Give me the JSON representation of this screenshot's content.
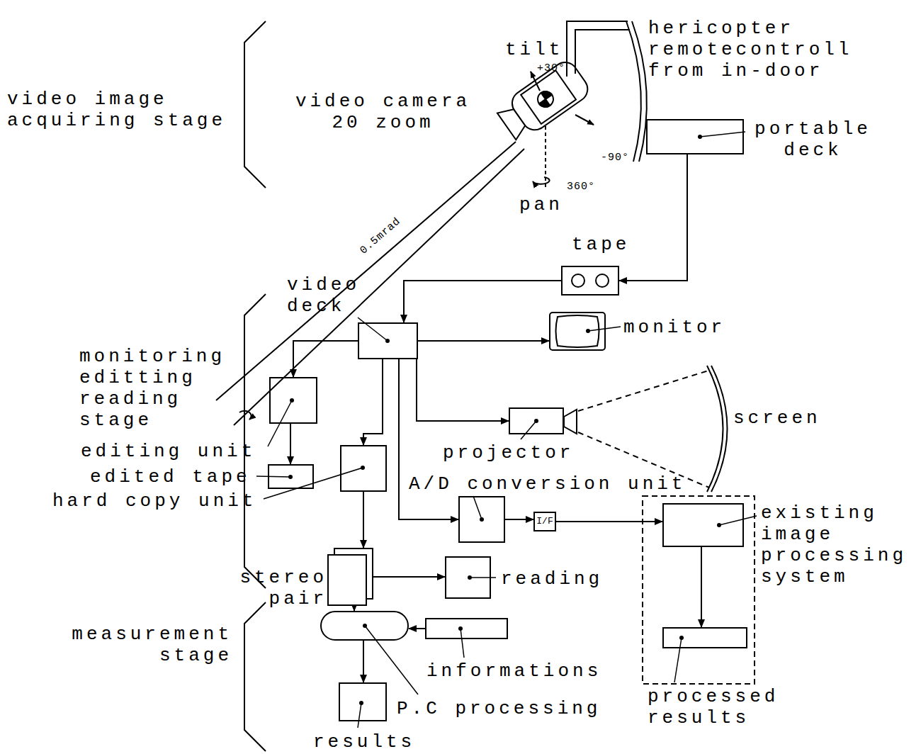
{
  "diagram": {
    "nodes": [
      {
        "text": [
          "portable deck"
        ]
      },
      {
        "text": [
          "tape"
        ]
      },
      {
        "text": [
          "video deck"
        ]
      },
      {
        "text": [
          "monitor"
        ]
      },
      {
        "text": [
          "editing unit"
        ]
      },
      {
        "text": [
          "projector"
        ]
      },
      {
        "text": [
          "edited tape"
        ]
      },
      {
        "text": [
          "hard copy unit"
        ]
      },
      {
        "text": [
          "A/D conversion unit"
        ]
      },
      {
        "text": [
          "I/F"
        ]
      },
      {
        "text": [
          "existing image processing system"
        ]
      },
      {
        "text": [
          "stereo pair"
        ]
      },
      {
        "text": [
          "reading"
        ]
      },
      {
        "text": [
          "processed results"
        ]
      },
      {
        "text": [
          "P.C processing"
        ]
      },
      {
        "text": [
          "informations"
        ]
      },
      {
        "text": [
          "results"
        ]
      }
    ],
    "edges": [
      {
        "from": 0,
        "to": 1,
        "arrow": "to"
      },
      {
        "from": 1,
        "to": 2,
        "arrow": "to"
      },
      {
        "from": 2,
        "to": 3,
        "arrow": "to"
      },
      {
        "from": 2,
        "to": 4,
        "arrow": "to"
      },
      {
        "from": 4,
        "to": 6,
        "arrow": "to"
      },
      {
        "from": 2,
        "to": 7,
        "arrow": "to"
      },
      {
        "from": 2,
        "to": 5,
        "arrow": "to"
      },
      {
        "from": 2,
        "to": 8,
        "arrow": "to"
      },
      {
        "from": 8,
        "to": 9,
        "arrow": "to"
      },
      {
        "from": 9,
        "to": 10,
        "arrow": "to"
      },
      {
        "from": 10,
        "to": 13,
        "arrow": "to"
      },
      {
        "from": 7,
        "to": 11,
        "arrow": "to"
      },
      {
        "from": 11,
        "to": 12,
        "arrow": "to"
      },
      {
        "from": 11,
        "to": 14,
        "arrow": "to"
      },
      {
        "from": 15,
        "to": 14,
        "arrow": "to"
      },
      {
        "from": 14,
        "to": 16,
        "arrow": "to"
      }
    ],
    "labels": [
      "video image acquiring stage",
      "video camera 20 zoom",
      "tilt",
      "+30°",
      "-90°",
      "pan",
      "360°",
      "0.5mrad",
      "hericopter remotecontroll from in-door",
      "monitoring editting reading stage",
      "screen",
      "measurement stage"
    ]
  }
}
